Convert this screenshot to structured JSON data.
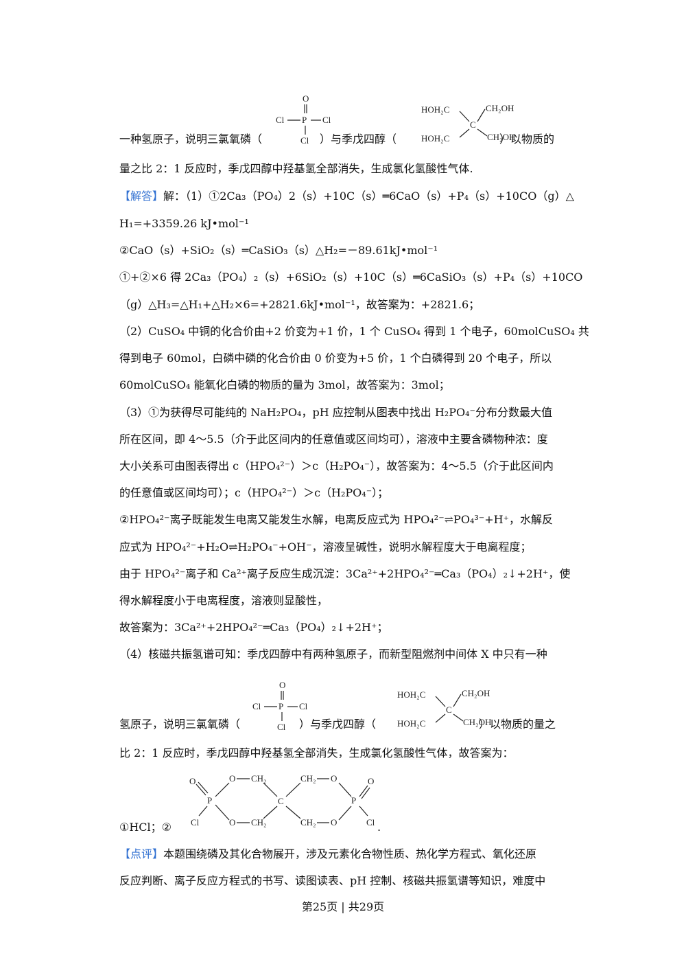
{
  "intro": {
    "line1_a": "一种氢原子，说明三氯氧磷（",
    "line1_b": "）与季戊四醇（",
    "line1_c": "）以物质的",
    "line2": "量之比 2：1 反应时，季戊四醇中羟基氢全部消失，生成氯化氢酸性气体."
  },
  "molecules": {
    "pocl3": {
      "O": "O",
      "P": "P",
      "Cl": "Cl"
    },
    "penta": {
      "tl": "HOH₂C",
      "tr": "CH₂OH",
      "bl": "HOH₂C",
      "br": "CH₂OH",
      "c": "C"
    },
    "product": {
      "O": "O",
      "P": "P",
      "Cl": "Cl",
      "ch2": "CH₂",
      "c": "C"
    }
  },
  "answer": {
    "tag": "【解答】",
    "s1_lead": "解：（1）①2Ca₃（PO₄）2（s）+10C（s）═6CaO（s）+P₄（s）+10CO（g）△",
    "s1_l2": "H₁=+3359.26 kJ•mol⁻¹",
    "s1_l3": "②CaO（s）+SiO₂（s）═CaSiO₃（s）△H₂=－89.61kJ•mol⁻¹",
    "s1_l4": "①+②×6 得 2Ca₃（PO₄）₂（s）+6SiO₂（s）+10C（s）═6CaSiO₃（s）+P₄（s）+10CO",
    "s1_l5": "（g）△H₃=△H₁+△H₂×6=+2821.6kJ•mol⁻¹，故答案为：+2821.6；",
    "s2_l1": "（2）CuSO₄ 中铜的化合价由+2 价变为+1 价，1 个 CuSO₄ 得到 1 个电子，60molCuSO₄ 共",
    "s2_l2": "得到电子 60mol，白磷中磷的化合价由 0 价变为+5 价，1 个白磷得到 20 个电子，所以",
    "s2_l3": "60molCuSO₄ 能氧化白磷的物质的量为 3mol，故答案为：3mol；",
    "s3_l1": "（3）①为获得尽可能纯的 NaH₂PO₄，pH 应控制从图表中找出 H₂PO₄⁻分布分数最大值",
    "s3_l2": "所在区间，即 4～5.5（介于此区间内的任意值或区间均可），溶液中主要含磷物种浓：度",
    "s3_l3": "大小关系可由图表得出 c（HPO₄²⁻）＞c（H₂PO₄⁻），故答案为：4～5.5（介于此区间内",
    "s3_l4": "的任意值或区间均可）；c（HPO₄²⁻）＞c（H₂PO₄⁻）；",
    "s3_l5": "②HPO₄²⁻离子既能发生电离又能发生水解，电离反应式为 HPO₄²⁻⇌PO₄³⁻+H⁺，水解反",
    "s3_l6": "应式为 HPO₄²⁻+H₂O⇌H₂PO₄⁻+OH⁻，溶液呈碱性，说明水解程度大于电离程度；",
    "s3_l7": "由于 HPO₄²⁻离子和 Ca²⁺离子反应生成沉淀：3Ca²⁺+2HPO₄²⁻═Ca₃（PO₄）₂↓+2H⁺，使",
    "s3_l8": "得水解程度小于电离程度，溶液则显酸性，",
    "s3_l9": "故答案为：3Ca²⁺+2HPO₄²⁻═Ca₃（PO₄）₂↓+2H⁺；",
    "s4_l1": "（4）核磁共振氢谱可知：季戊四醇中有两种氢原子，而新型阻燃剂中间体 X 中只有一种",
    "s4_l2a": "氢原子，说明三氯氧磷（",
    "s4_l2b": "）与季戊四醇（",
    "s4_l2c": "）以物质的量之",
    "s4_l3": "比 2：1 反应时，季戊四醇中羟基氢全部消失，生成氯化氢酸性气体，故答案为：",
    "s4_l4a": "①HCl；②",
    "s4_l4b": "."
  },
  "review": {
    "tag": "【点评】",
    "l1": "本题围绕磷及其化合物展开，涉及元素化合物性质、热化学方程式、氧化还原",
    "l2": "反应判断、离子反应方程式的书写、读图读表、pH 控制、核磁共振氢谱等知识，难度中"
  },
  "footer": "第25页 | 共29页",
  "colors": {
    "tag": "#2f6fd1",
    "text": "#111111"
  }
}
